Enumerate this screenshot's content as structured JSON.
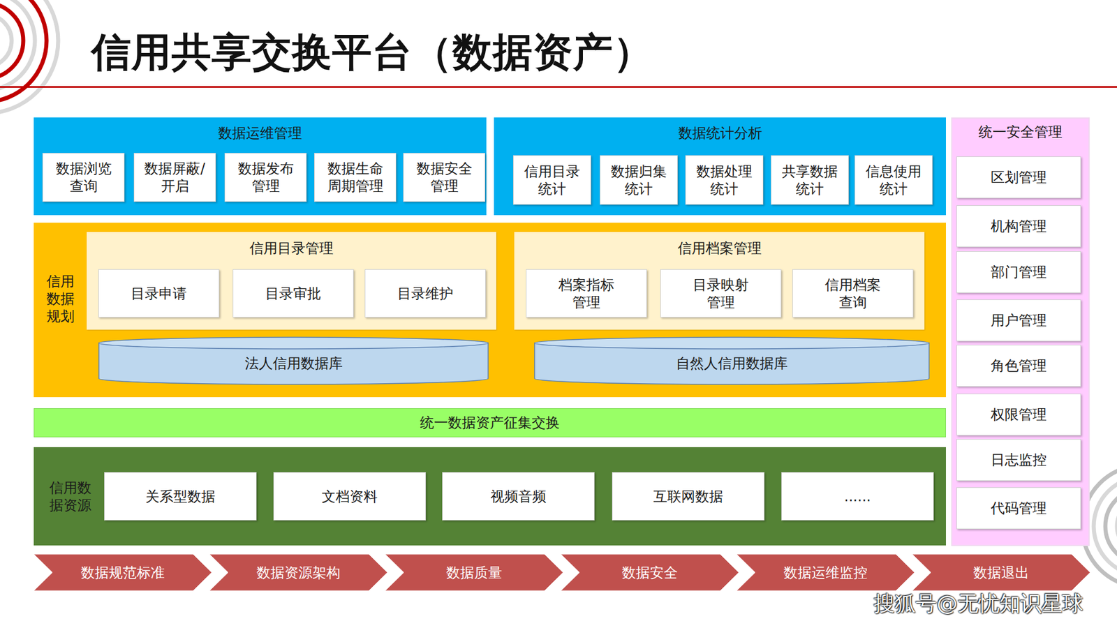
{
  "diagram": {
    "title": "信用共享交换平台（数据资产）",
    "nodes": [
      {
        "text": [
          "数据运维管理"
        ]
      },
      {
        "text": [
          "数据浏览 查询"
        ],
        "in": 0
      },
      {
        "text": [
          "数据屏蔽/ 开启"
        ],
        "in": 0
      },
      {
        "text": [
          "数据发布 管理"
        ],
        "in": 0
      },
      {
        "text": [
          "数据生命 周期管理"
        ],
        "in": 0
      },
      {
        "text": [
          "数据安全 管理"
        ],
        "in": 0
      },
      {
        "text": [
          "数据统计分析"
        ]
      },
      {
        "text": [
          "信用目录 统计"
        ],
        "in": 6
      },
      {
        "text": [
          "数据归集 统计"
        ],
        "in": 6
      },
      {
        "text": [
          "数据处理 统计"
        ],
        "in": 6
      },
      {
        "text": [
          "共享数据 统计"
        ],
        "in": 6
      },
      {
        "text": [
          "信息使用 统计"
        ],
        "in": 6
      },
      {
        "text": [
          "统一安全管理"
        ]
      },
      {
        "text": [
          "区划管理"
        ],
        "in": 12
      },
      {
        "text": [
          "机构管理"
        ],
        "in": 12
      },
      {
        "text": [
          "部门管理"
        ],
        "in": 12
      },
      {
        "text": [
          "用户管理"
        ],
        "in": 12
      },
      {
        "text": [
          "角色管理"
        ],
        "in": 12
      },
      {
        "text": [
          "权限管理"
        ],
        "in": 12
      },
      {
        "text": [
          "日志监控"
        ],
        "in": 12
      },
      {
        "text": [
          "代码管理"
        ],
        "in": 12
      },
      {
        "text": [
          "信用 数据 规划"
        ]
      },
      {
        "text": [
          "信用目录管理"
        ],
        "in": 21
      },
      {
        "text": [
          "目录申请"
        ],
        "in": 22
      },
      {
        "text": [
          "目录审批"
        ],
        "in": 22
      },
      {
        "text": [
          "目录维护"
        ],
        "in": 22
      },
      {
        "text": [
          "信用档案管理"
        ],
        "in": 21
      },
      {
        "text": [
          "档案指标 管理"
        ],
        "in": 26
      },
      {
        "text": [
          "目录映射 管理"
        ],
        "in": 26
      },
      {
        "text": [
          "信用档案 查询"
        ],
        "in": 26
      },
      {
        "text": [
          "法人信用数据库"
        ],
        "in": 21
      },
      {
        "text": [
          "自然人信用数据库"
        ],
        "in": 21
      },
      {
        "text": [
          "统一数据资产征集交换"
        ]
      },
      {
        "text": [
          "信用数 据资源"
        ]
      },
      {
        "text": [
          "关系型数据"
        ],
        "in": 33
      },
      {
        "text": [
          "文档资料"
        ],
        "in": 33
      },
      {
        "text": [
          "视频音频"
        ],
        "in": 33
      },
      {
        "text": [
          "互联网数据"
        ],
        "in": 33
      },
      {
        "text": [
          "......"
        ],
        "in": 33
      },
      {
        "text": [
          "数据规范标准"
        ]
      },
      {
        "text": [
          "数据资源架构"
        ]
      },
      {
        "text": [
          "数据质量"
        ]
      },
      {
        "text": [
          "数据安全"
        ]
      },
      {
        "text": [
          "数据运维监控"
        ]
      },
      {
        "text": [
          "数据退出"
        ]
      }
    ],
    "labels": [
      "搜狐号@无忧知识星球"
    ]
  }
}
